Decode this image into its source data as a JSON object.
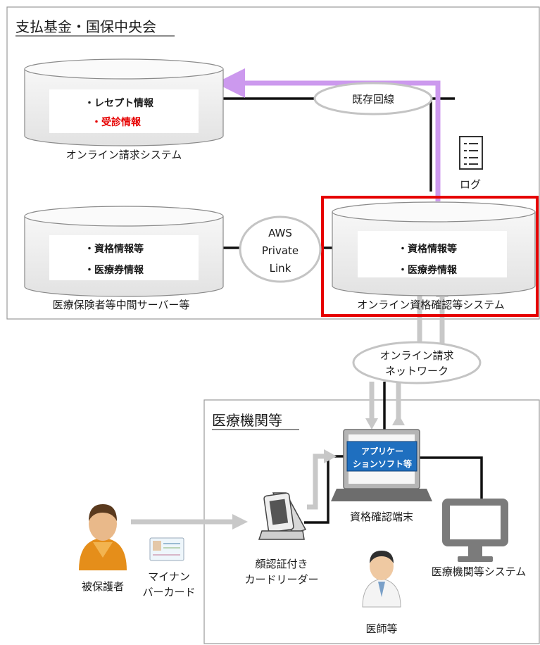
{
  "regions": {
    "top_title": "支払基金・国保中央会",
    "medical_title": "医療機関等"
  },
  "databases": {
    "online_billing": {
      "line1": "・レセプト情報",
      "line2": "・受診情報",
      "caption": "オンライン請求システム"
    },
    "intermediate_server": {
      "line1": "・資格情報等",
      "line2": "・医療券情報",
      "caption": "医療保険者等中間サーバー等"
    },
    "online_qualification": {
      "line1": "・資格情報等",
      "line2": "・医療券情報",
      "caption": "オンライン資格確認等システム"
    }
  },
  "connectors": {
    "existing_line": "既存回線",
    "aws": [
      "AWS",
      "Private",
      "Link"
    ],
    "network": [
      "オンライン請求",
      "ネットワーク"
    ]
  },
  "log_label": "ログ",
  "devices": {
    "terminal_app": [
      "アプリケー",
      "ションソフト等"
    ],
    "terminal_caption": "資格確認端末",
    "card_reader": [
      "顔認証付き",
      "カードリーダー"
    ],
    "medical_system": "医療機関等システム",
    "insured_person": "被保護者",
    "my_number_card": [
      "マイナン",
      "バーカード"
    ],
    "doctor": "医師等"
  },
  "colors": {
    "highlight": "#e60000",
    "arrow_purple": "#cc99ee",
    "arrow_gray": "#c8c8c8",
    "app_blue": "#1f6fbf"
  }
}
